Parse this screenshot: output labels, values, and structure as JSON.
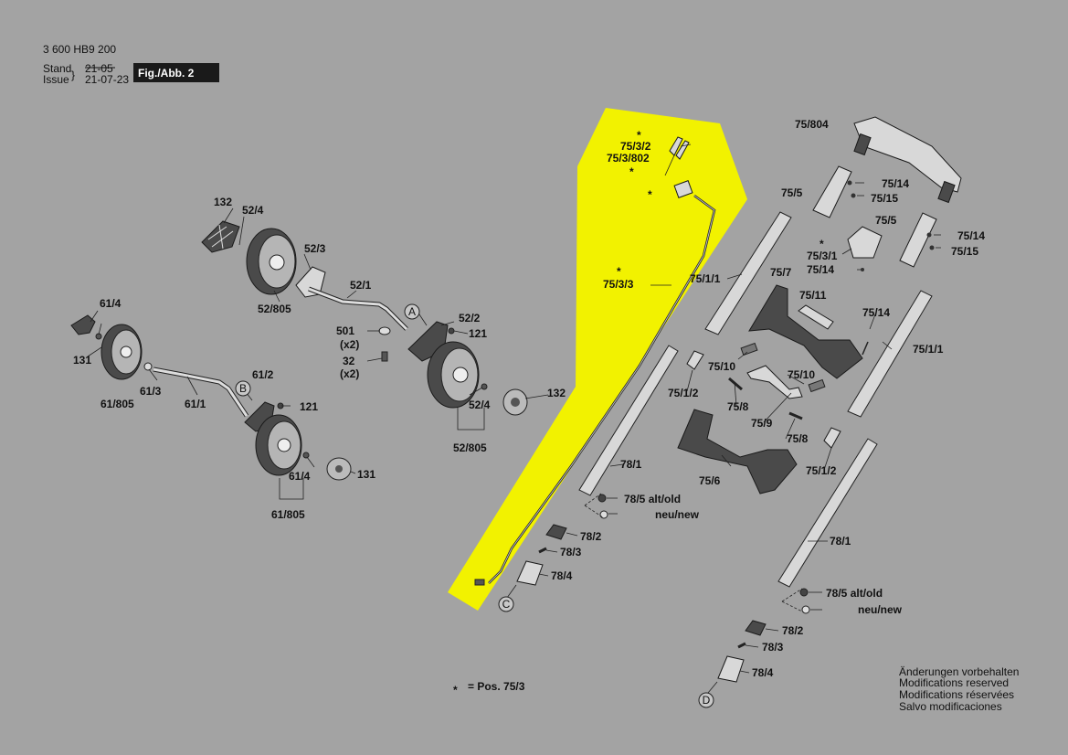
{
  "header": {
    "doc_number": "3 600 HB9 200",
    "stand_label": "Stand",
    "issue_label": "Issue",
    "stand_date": "21-05",
    "issue_date": "21-07-23",
    "fig_label": "Fig./Abb. 2"
  },
  "callouts": {
    "c75_804": "75/804",
    "c75_14a": "75/14",
    "c75_15a": "75/15",
    "c75_5a": "75/5",
    "c75_5b": "75/5",
    "c75_14b": "75/14",
    "c75_15b": "75/15",
    "c75_3_1": "75/3/1",
    "c75_14c": "75/14",
    "c75_3_2": "75/3/2",
    "c75_3_802": "75/3/802",
    "c75_3_3": "75/3/3",
    "c75_1_1a": "75/1/1",
    "c75_7": "75/7",
    "c75_11": "75/11",
    "c75_14d": "75/14",
    "c75_1_1b": "75/1/1",
    "c75_10a": "75/10",
    "c75_10b": "75/10",
    "c75_1_2a": "75/1/2",
    "c75_8a": "75/8",
    "c75_9": "75/9",
    "c75_8b": "75/8",
    "c75_1_2b": "75/1/2",
    "c75_6": "75/6",
    "c78_1a": "78/1",
    "c78_5a": "78/5 alt/old",
    "c_new_a": "neu/new",
    "c78_2a": "78/2",
    "c78_3a": "78/3",
    "c78_4a": "78/4",
    "c78_1b": "78/1",
    "c78_5b": "78/5 alt/old",
    "c_new_b": "neu/new",
    "c78_2b": "78/2",
    "c78_3b": "78/3",
    "c78_4b": "78/4",
    "c132a": "132",
    "c52_4a": "52/4",
    "c52_3": "52/3",
    "c52_805a": "52/805",
    "c52_1": "52/1",
    "c501": "501",
    "c501x": "(x2)",
    "c32": "32",
    "c32x": "(x2)",
    "c52_2": "52/2",
    "c121a": "121",
    "c132b": "132",
    "c52_4b": "52/4",
    "c52_805b": "52/805",
    "c61_4a": "61/4",
    "c131a": "131",
    "c61_805a": "61/805",
    "c61_3": "61/3",
    "c61_1": "61/1",
    "c61_2": "61/2",
    "c121b": "121",
    "c61_4b": "61/4",
    "c131b": "131",
    "c61_805b": "61/805"
  },
  "markers": {
    "A": "A",
    "B": "B",
    "C": "C",
    "D": "D",
    "star": "*"
  },
  "footnote": {
    "star": "*",
    "text": "= Pos. 75/3"
  },
  "notice": [
    "Änderungen vorbehalten",
    "Modifications reserved",
    "Modifications réservées",
    "Salvo modificaciones"
  ],
  "colors": {
    "background": "#a3a3a3",
    "highlight": "#f2f200",
    "ink": "#111111"
  }
}
